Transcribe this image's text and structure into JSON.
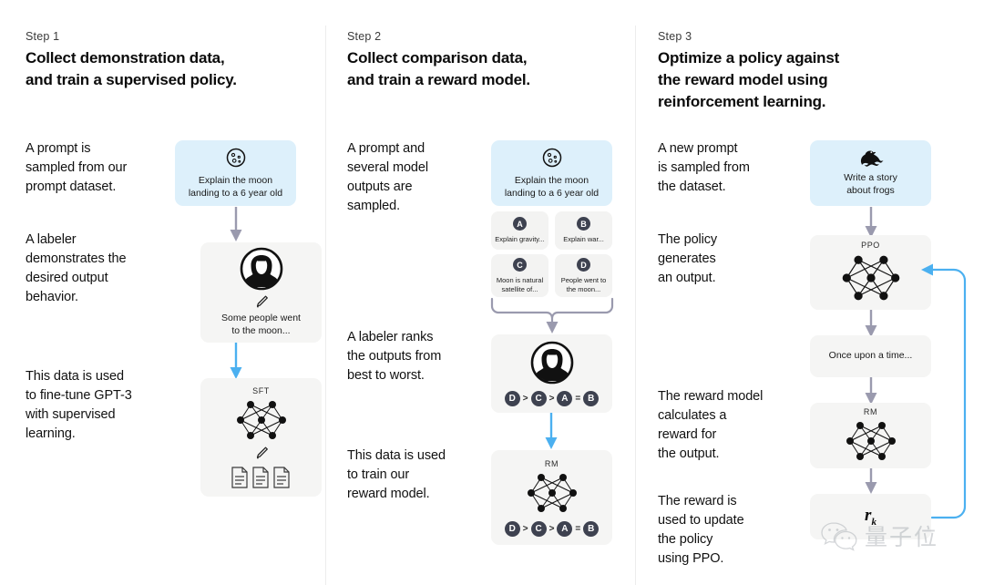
{
  "columns": [
    {
      "step_label": "Step 1",
      "title": "Collect demonstration data,\nand train a supervised policy.",
      "paragraphs": [
        "A prompt is\nsampled from our\nprompt dataset.",
        "A labeler\ndemonstrates the\ndesired output\nbehavior.",
        "This data is used\nto fine-tune GPT-3\nwith supervised\nlearning."
      ],
      "cards": [
        {
          "icon": "moon-icon",
          "text": "Explain the moon\nlanding to a 6 year old",
          "style": "blue"
        },
        {
          "icon": "labeler-avatar-icon",
          "text": "Some people went\nto the moon...",
          "style": "grey"
        },
        {
          "tag": "SFT",
          "icon": "neural-network-icon",
          "style": "grey"
        }
      ]
    },
    {
      "step_label": "Step 2",
      "title": "Collect comparison data,\nand train a reward model.",
      "paragraphs": [
        "A prompt and\nseveral model\noutputs are\nsampled.",
        "A labeler ranks\nthe outputs from\nbest to worst.",
        "This data is used\nto train our\nreward model."
      ],
      "prompt_card": {
        "icon": "moon-icon",
        "text": "Explain the moon\nlanding to a 6 year old",
        "style": "blue"
      },
      "outputs": [
        {
          "letter": "A",
          "text": "Explain gravity..."
        },
        {
          "letter": "B",
          "text": "Explain war..."
        },
        {
          "letter": "C",
          "text": "Moon is natural\nsatellite of..."
        },
        {
          "letter": "D",
          "text": "People went to\nthe moon..."
        }
      ],
      "ranking": [
        "D",
        ">",
        "C",
        ">",
        "A",
        "=",
        "B"
      ],
      "cards": [
        {
          "icon": "labeler-avatar-icon",
          "style": "grey"
        },
        {
          "tag": "RM",
          "icon": "neural-network-icon",
          "style": "grey"
        }
      ]
    },
    {
      "step_label": "Step 3",
      "title": "Optimize a policy against\nthe reward model using\nreinforcement learning.",
      "paragraphs": [
        "A new prompt\nis sampled from\nthe dataset.",
        "The policy\ngenerates\nan output.",
        "The reward model\ncalculates a\nreward for\nthe output.",
        "The reward is\nused to update\nthe policy\nusing PPO."
      ],
      "cards": [
        {
          "icon": "frog-icon",
          "text": "Write a story\nabout frogs",
          "style": "blue"
        },
        {
          "tag": "PPO",
          "icon": "neural-network-icon",
          "style": "grey"
        },
        {
          "text": "Once upon a time...",
          "style": "grey"
        },
        {
          "tag": "RM",
          "icon": "neural-network-icon",
          "style": "grey"
        },
        {
          "formula": "r",
          "subscript": "k",
          "style": "grey"
        }
      ]
    }
  ],
  "watermark": {
    "icon": "wechat-icon",
    "text": "量子位"
  },
  "colors": {
    "card_blue": "#ddf0fb",
    "card_grey": "#f5f5f4",
    "arrow_grey": "#9a9aae",
    "arrow_blue": "#4bb0f0",
    "chip": "#3e4250",
    "divider": "#ececec"
  }
}
